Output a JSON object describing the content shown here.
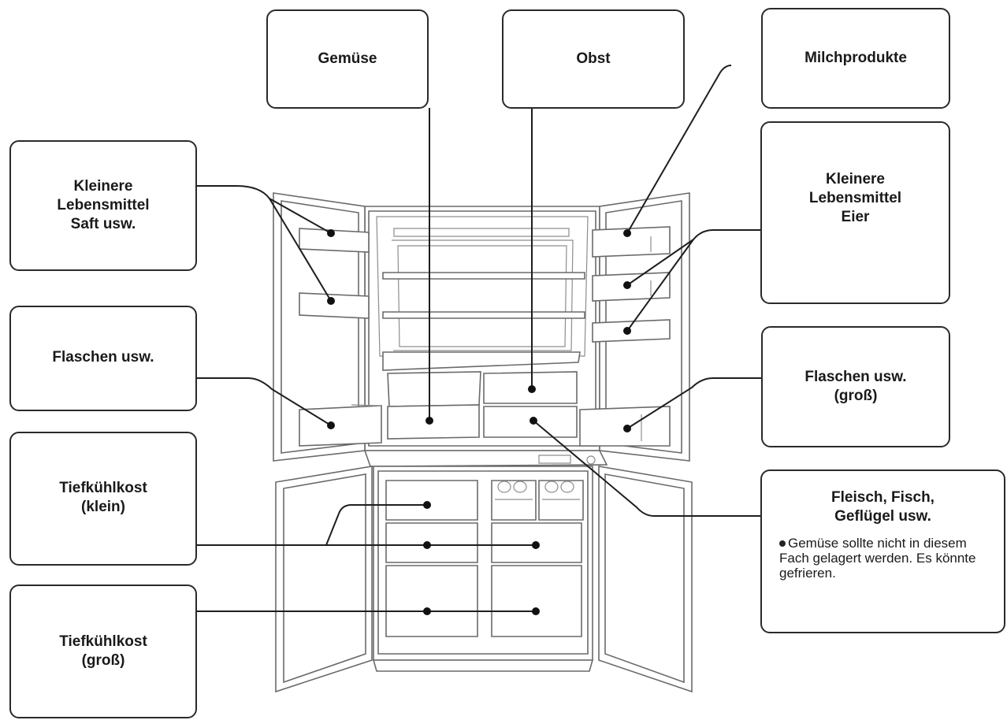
{
  "labels": {
    "gemuese": "Gemüse",
    "obst": "Obst",
    "milchprodukte": "Milchprodukte",
    "kleinere_left": [
      "Kleinere",
      "Lebensmittel",
      "Saft usw."
    ],
    "kleinere_right": [
      "Kleinere",
      "Lebensmittel",
      "Eier"
    ],
    "flaschen_left": "Flaschen usw.",
    "flaschen_right": [
      "Flaschen usw.",
      "(groß)"
    ],
    "tiefkuehl_klein": [
      "Tiefkühlkost",
      "(klein)"
    ],
    "tiefkuehl_gross": [
      "Tiefkühlkost",
      "(groß)"
    ],
    "fleisch": [
      "Fleisch, Fisch,",
      "Geflügel usw."
    ],
    "fleisch_note": "Gemüse sollte nicht in diesem Fach gelagert werden. Es könnte gefrieren."
  }
}
